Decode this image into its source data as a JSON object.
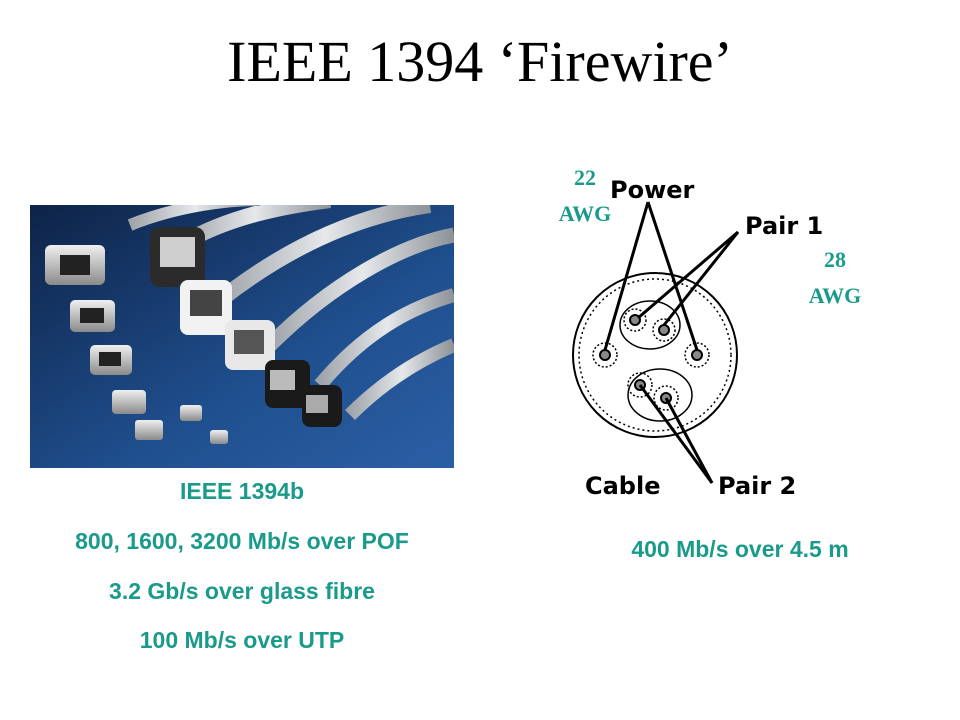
{
  "slide": {
    "title": "IEEE 1394 ‘Firewire’"
  },
  "left": {
    "heading": "IEEE 1394b",
    "lines": [
      "800, 1600, 3200 Mb/s over POF",
      "3.2 Gb/s over glass fibre",
      "100 Mb/s over UTP"
    ]
  },
  "right": {
    "gauge_thick": [
      "22",
      "AWG"
    ],
    "gauge_thin": [
      "28",
      "AWG"
    ],
    "labels": {
      "power": "Power",
      "pair1": "Pair 1",
      "cable": "Cable",
      "pair2": "Pair 2"
    },
    "speed": "400 Mb/s over 4.5 m"
  },
  "colors": {
    "accent": "#1a9a8a",
    "photo_bg": "#1b3a6e"
  }
}
